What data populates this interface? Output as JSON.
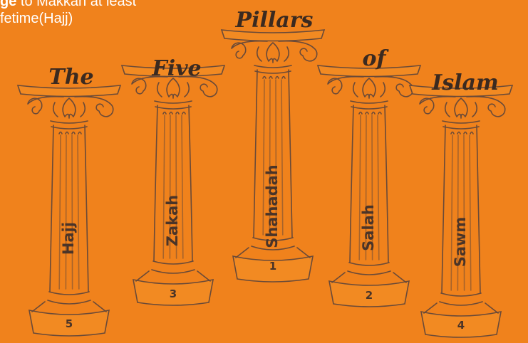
{
  "header_text": {
    "line1_bold": "ge",
    "line1_rest": " to Makkah at least",
    "line2": "fetime(Hajj)"
  },
  "title_words": [
    "The",
    "Five",
    "Pillars",
    "of",
    "Islam"
  ],
  "pillars": [
    {
      "name": "Hajj",
      "number": "5"
    },
    {
      "name": "Zakah",
      "number": "3"
    },
    {
      "name": "Shahadah",
      "number": "1"
    },
    {
      "name": "Salah",
      "number": "2"
    },
    {
      "name": "Sawm",
      "number": "4"
    }
  ],
  "colors": {
    "background": "#f0821c",
    "ink": "#6a4a38",
    "text": "#4a3428"
  }
}
